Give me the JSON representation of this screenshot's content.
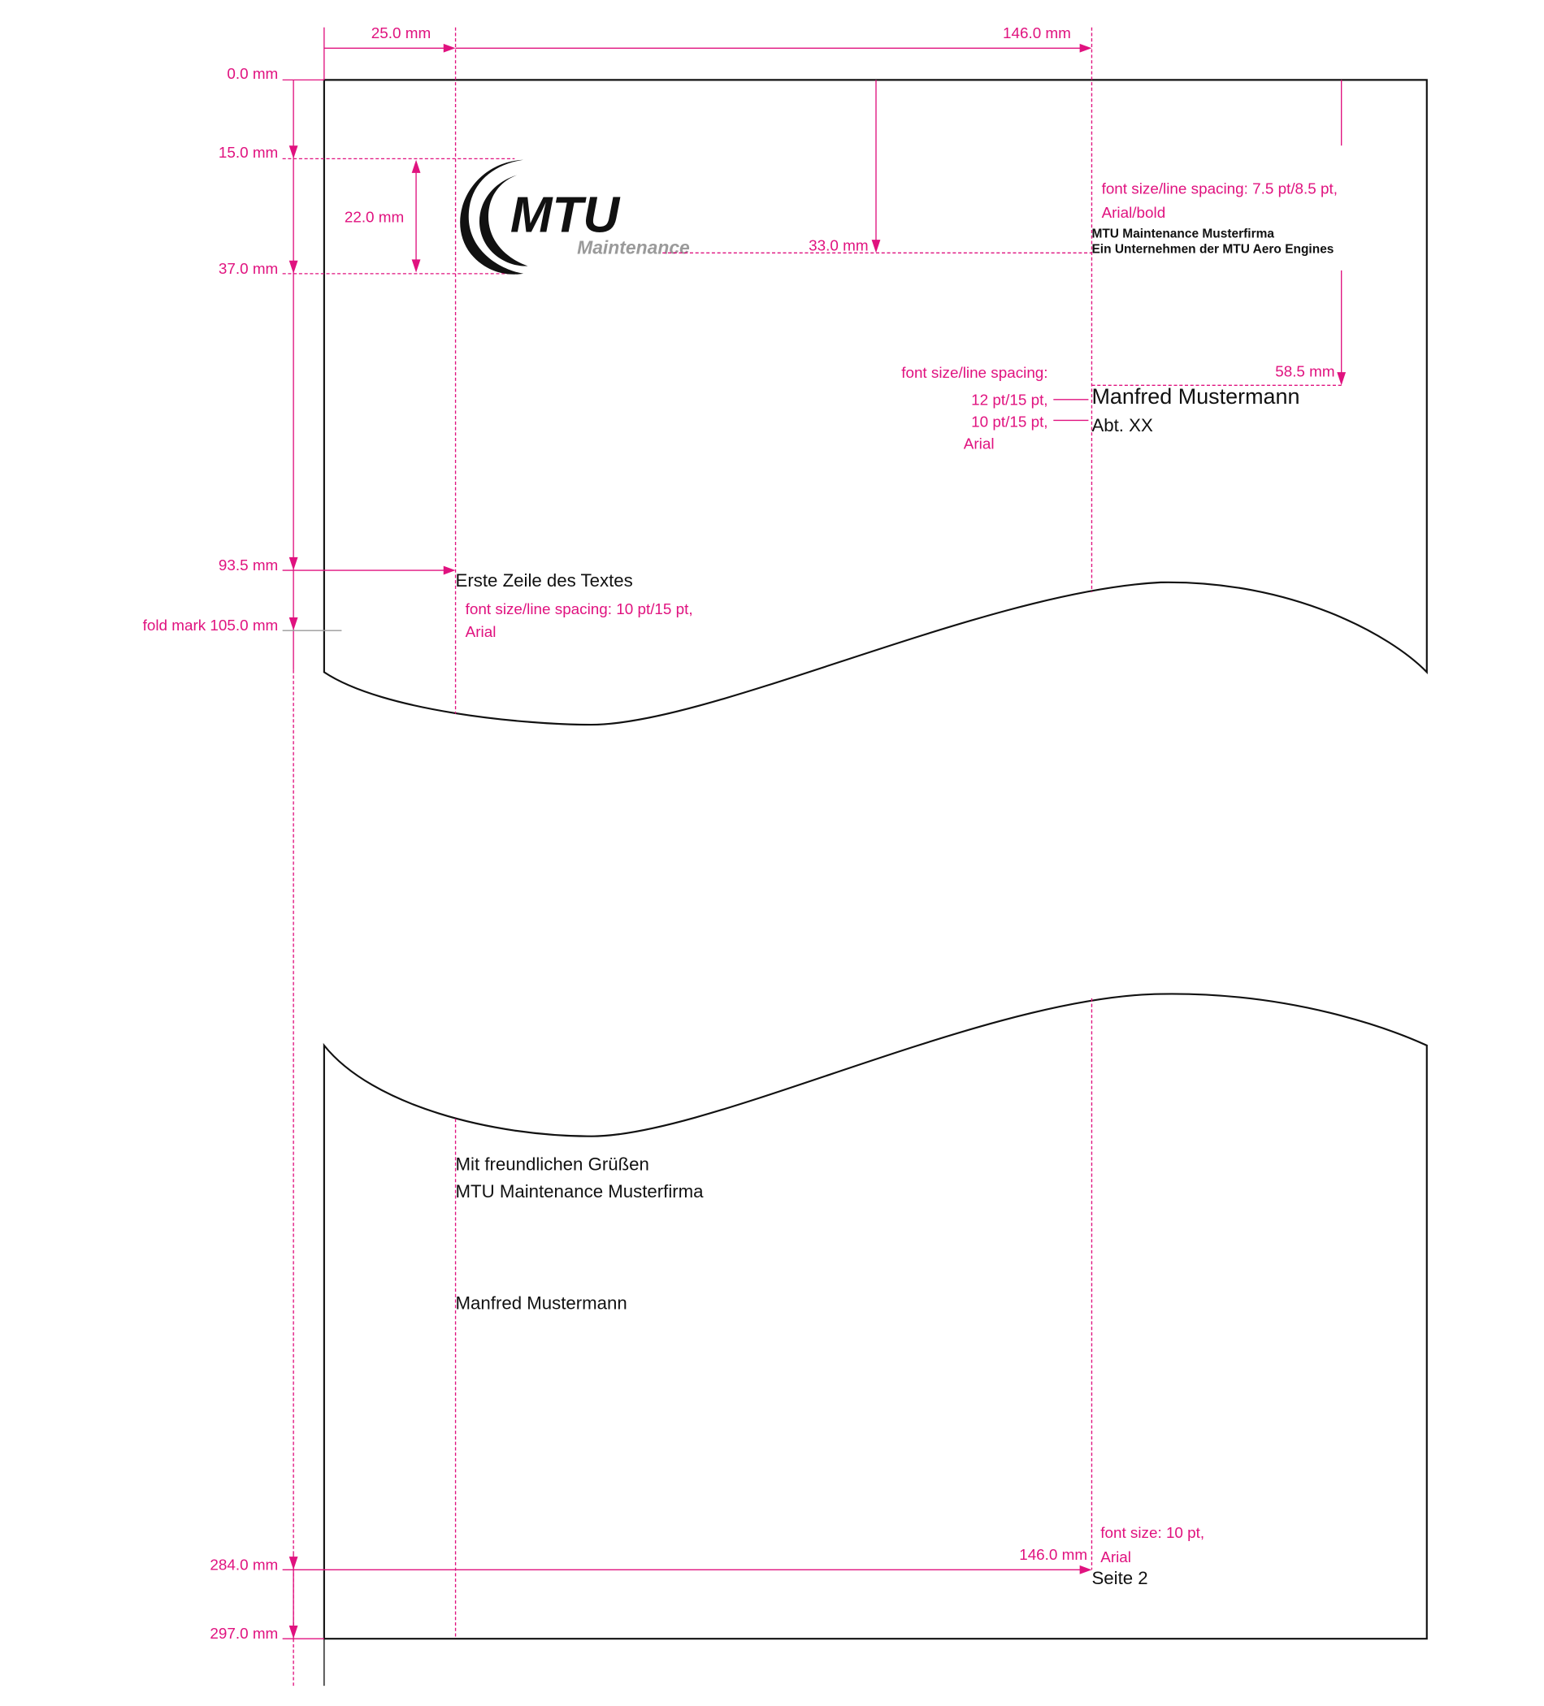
{
  "dimensions": {
    "left_margin": "25.0 mm",
    "address_x": "146.0 mm",
    "top": "0.0 mm",
    "logo_top": "15.0 mm",
    "logo_height": "22.0 mm",
    "logo_bottom": "37.0 mm",
    "sender_baseline": "33.0 mm",
    "address_top": "58.5 mm",
    "text_start": "93.5 mm",
    "fold_mark": "fold mark 105.0 mm",
    "page_number_y": "284.0 mm",
    "page_number_x": "146.0 mm",
    "bottom": "297.0 mm"
  },
  "logo": {
    "brand": "MTU",
    "sub": "Maintenance"
  },
  "sender": {
    "note_line1": "font size/line spacing: 7.5 pt/8.5 pt,",
    "note_line2": "Arial/bold",
    "line1": "MTU Maintenance Musterfirma",
    "line2": "Ein Unternehmen der MTU Aero Engines"
  },
  "recipient": {
    "note_title": "font size/line spacing:",
    "note_name": "12 pt/15 pt,",
    "note_dept": "10 pt/15 pt,",
    "note_font": "Arial",
    "name": "Manfred Mustermann",
    "dept": "Abt. XX"
  },
  "body": {
    "first_line": "Erste Zeile des Textes",
    "note_line1": "font size/line spacing: 10 pt/15 pt,",
    "note_line2": "Arial"
  },
  "closing": {
    "greeting": "Mit freundlichen Grüßen",
    "company": "MTU Maintenance Musterfirma",
    "signer": "Manfred Mustermann"
  },
  "page_number": {
    "note_line1": "font size: 10 pt,",
    "note_line2": "Arial",
    "text": "Seite 2"
  },
  "colors": {
    "annotation": "#e0127f",
    "ink": "#111111",
    "logo_grey": "#9a9a9a"
  }
}
